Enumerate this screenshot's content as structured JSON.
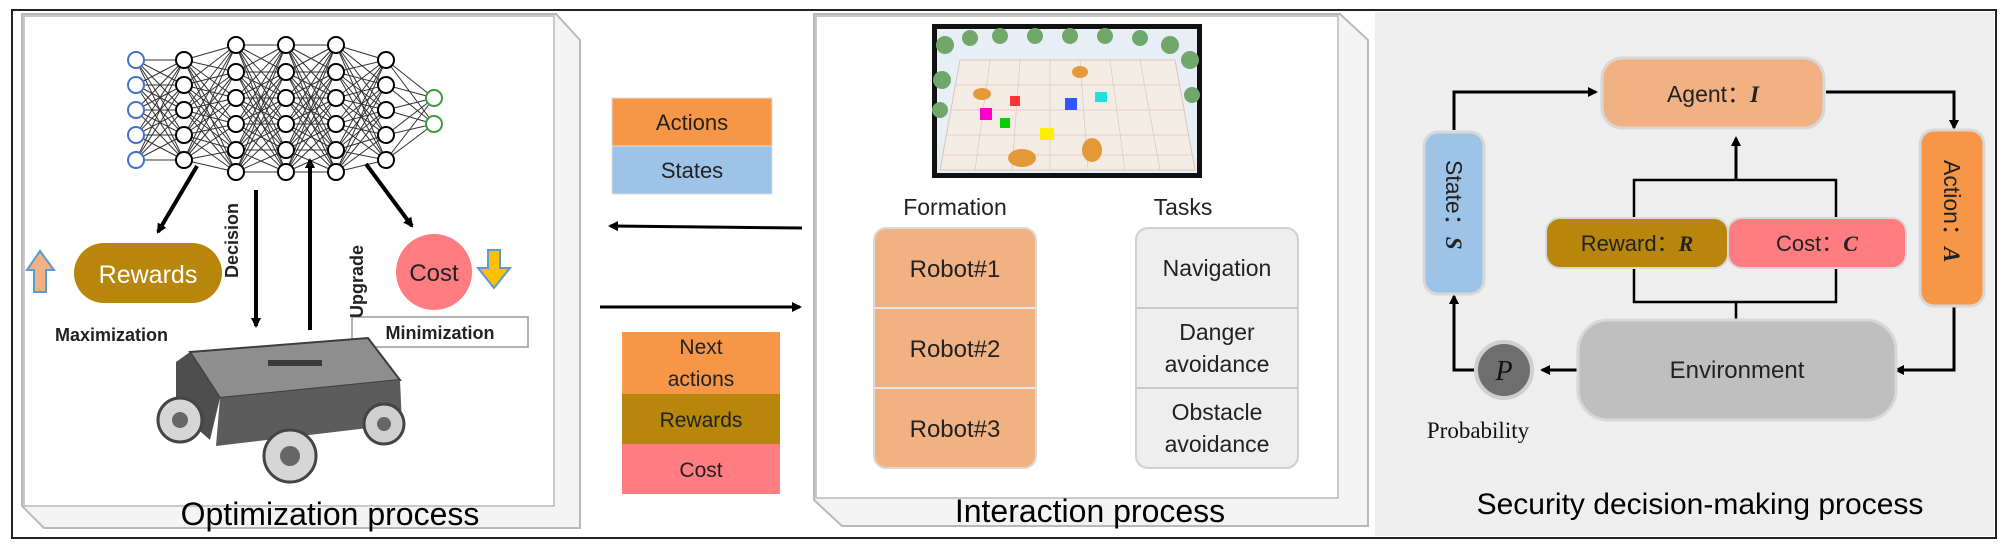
{
  "optimization": {
    "title": "Optimization process",
    "rewards_label": "Rewards",
    "cost_label": "Cost",
    "maximization_label": "Maximization",
    "minimization_label": "Minimization",
    "decision_label": "Decision",
    "upgrade_label": "Upgrade"
  },
  "transfer": {
    "actions_label": "Actions",
    "states_label": "States",
    "next_actions_label": "Next actions",
    "rewards_label": "Rewards",
    "cost_label": "Cost"
  },
  "interaction": {
    "title": "Interaction process",
    "formation_header": "Formation",
    "tasks_header": "Tasks",
    "robots": [
      "Robot#1",
      "Robot#2",
      "Robot#3"
    ],
    "tasks": [
      "Navigation",
      "Danger avoidance",
      "Obstacle avoidance"
    ]
  },
  "security": {
    "title": "Security decision-making process",
    "agent_label": "Agent：",
    "agent_symbol": "I",
    "state_label": "State：",
    "state_symbol": "S",
    "action_label": "Action：",
    "action_symbol": "A",
    "reward_label": "Reward：",
    "reward_symbol": "R",
    "cost_label": "Cost：",
    "cost_symbol": "C",
    "environment_label": "Environment",
    "probability_symbol": "P",
    "probability_label": "Probability"
  },
  "colors": {
    "orange": "#F79646",
    "light_orange": "#F2B183",
    "blue": "#9DC3E6",
    "gold": "#B8860B",
    "pink": "#FF7C80",
    "gray": "#BFBFBF",
    "arrow_up": "#F4B183",
    "arrow_down": "#FFC000"
  }
}
